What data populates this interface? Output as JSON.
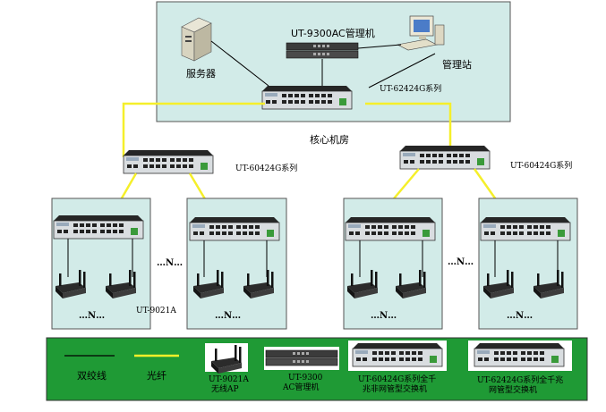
{
  "core_room": {
    "title": "核心机房",
    "server_label": "服务器",
    "ac_label": "UT-9300AC管理机",
    "station_label": "管理站",
    "core_switch_label": "UT-62424G系列"
  },
  "distribution": {
    "left_label": "UT-60424G系列",
    "right_label": "UT-60424G系列"
  },
  "access": {
    "ap_label": "UT-9021A",
    "n_marker_dots": "…N…",
    "n_marker_between": "…N…"
  },
  "legend": {
    "twisted_pair": "双绞线",
    "fiber": "光纤",
    "ap_line1": "UT-9021A",
    "ap_line2": "无线AP",
    "ac_line1": "UT-9300",
    "ac_line2": "AC管理机",
    "access_sw_line1": "UT-60424G系列全千",
    "access_sw_line2": "兆非网管型交换机",
    "core_sw_line1": "UT-62424G系列全千兆",
    "core_sw_line2": "网管型交换机"
  },
  "colors": {
    "core_bg": "#d2ebe8",
    "legend_bg": "#1f9a35",
    "fiber": "#f5ef2a",
    "cable": "#000000"
  }
}
